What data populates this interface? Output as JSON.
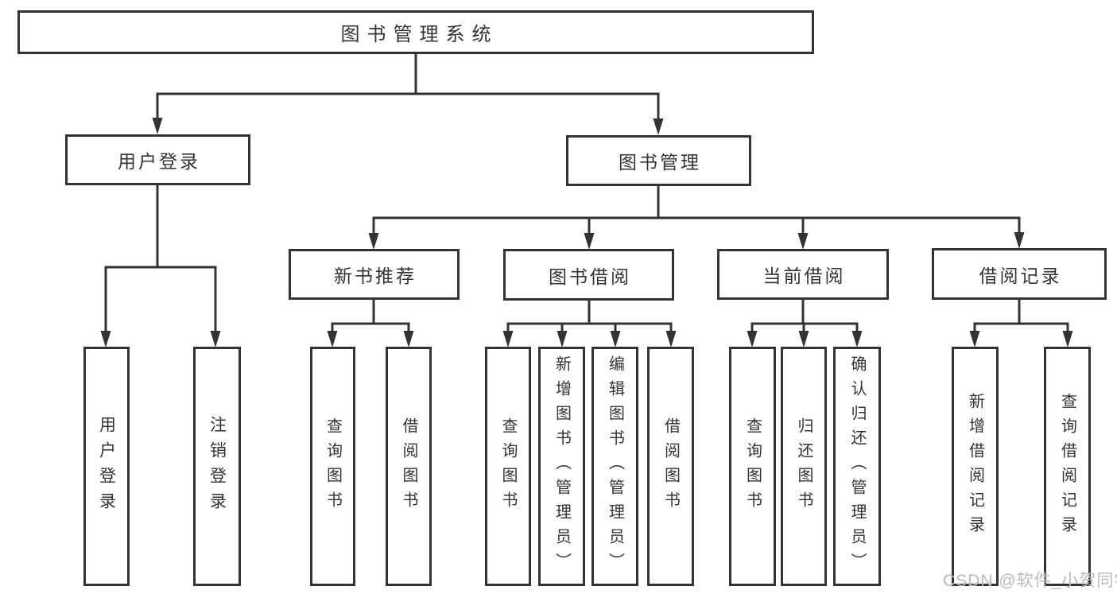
{
  "diagram": {
    "root": {
      "label": "图书管理系统"
    },
    "branches": [
      {
        "label": "用户登录",
        "leaves": [
          "用户登录",
          "注销登录"
        ]
      },
      {
        "label": "图书管理",
        "children": [
          {
            "label": "新书推荐",
            "leaves": [
              "查询图书",
              "借阅图书"
            ]
          },
          {
            "label": "图书借阅",
            "leaves": [
              "查询图书",
              "新增图书（管理员）",
              "编辑图书（管理员）",
              "借阅图书"
            ]
          },
          {
            "label": "当前借阅",
            "leaves": [
              "查询图书",
              "归还图书",
              "确认归还（管理员）"
            ]
          },
          {
            "label": "借阅记录",
            "leaves": [
              "新增借阅记录",
              "查询借阅记录"
            ]
          }
        ]
      }
    ],
    "watermark": "CSDN @软件_小贺同学",
    "colors": {
      "line": "#333333",
      "text": "#333333",
      "watermark": "#bababa",
      "background": "#ffffff"
    }
  }
}
